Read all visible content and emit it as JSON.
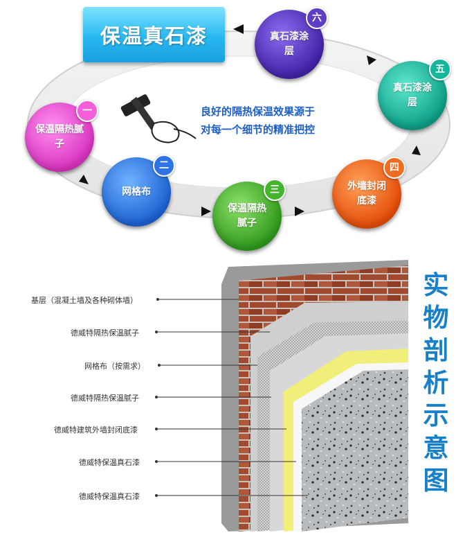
{
  "process": {
    "title": "保温真石漆",
    "slogan_line1": "良好的隔热保温效果源于",
    "slogan_line2": "对每一个细节的精准把控",
    "steps": [
      {
        "num": "一",
        "label": "保温隔热腻子",
        "color": "#e64ad0"
      },
      {
        "num": "二",
        "label": "网格布",
        "color": "#2f7fe0"
      },
      {
        "num": "三",
        "label": "保温隔热腻子",
        "color": "#3fae2a"
      },
      {
        "num": "四",
        "label": "外墙封闭底漆",
        "color": "#f06014"
      },
      {
        "num": "五",
        "label": "真石漆涂层",
        "color": "#10b49a"
      },
      {
        "num": "六",
        "label": "真石漆涂层",
        "color": "#5a37b8"
      }
    ]
  },
  "section": {
    "layers": [
      "基层（混凝土墙及各种砌体墙）",
      "德威特隔热保温腻子",
      "网格布（按需求）",
      "德威特隔热保温腻子",
      "德威特建筑外墙封闭底漆",
      "德威特保温真石漆",
      "德威特保温真石漆"
    ],
    "side_title": [
      "实",
      "物",
      "剖",
      "析",
      "示",
      "意",
      "图"
    ]
  }
}
